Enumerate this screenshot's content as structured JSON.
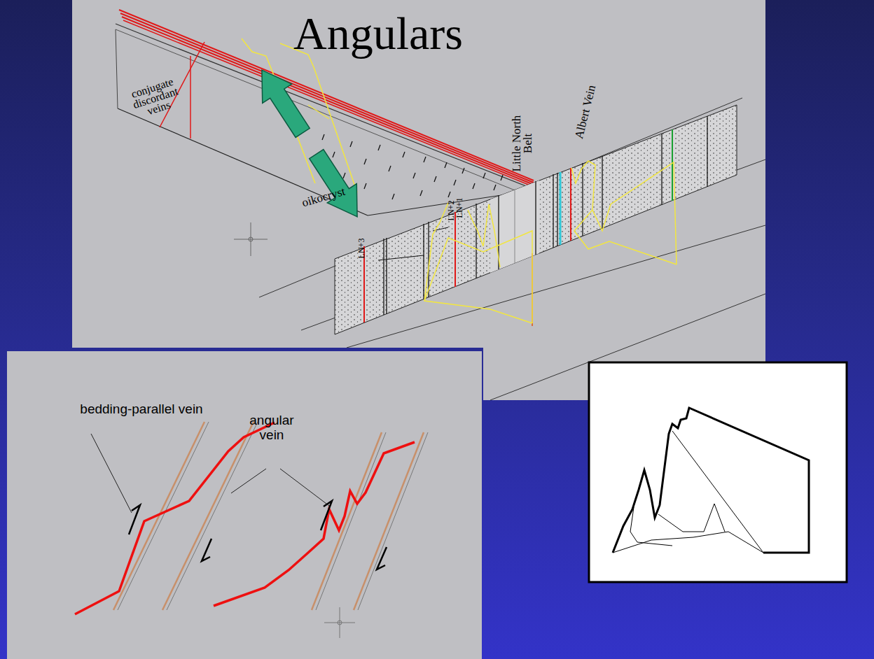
{
  "diagram": {
    "title": "Angulars",
    "labels": [
      "conjugate discordant veins",
      "oikocryst",
      "Little North Belt",
      "Albert Vein",
      "LN+3",
      "LN+2",
      "LN+1",
      "bedding-parallel vein",
      "angular vein"
    ]
  }
}
